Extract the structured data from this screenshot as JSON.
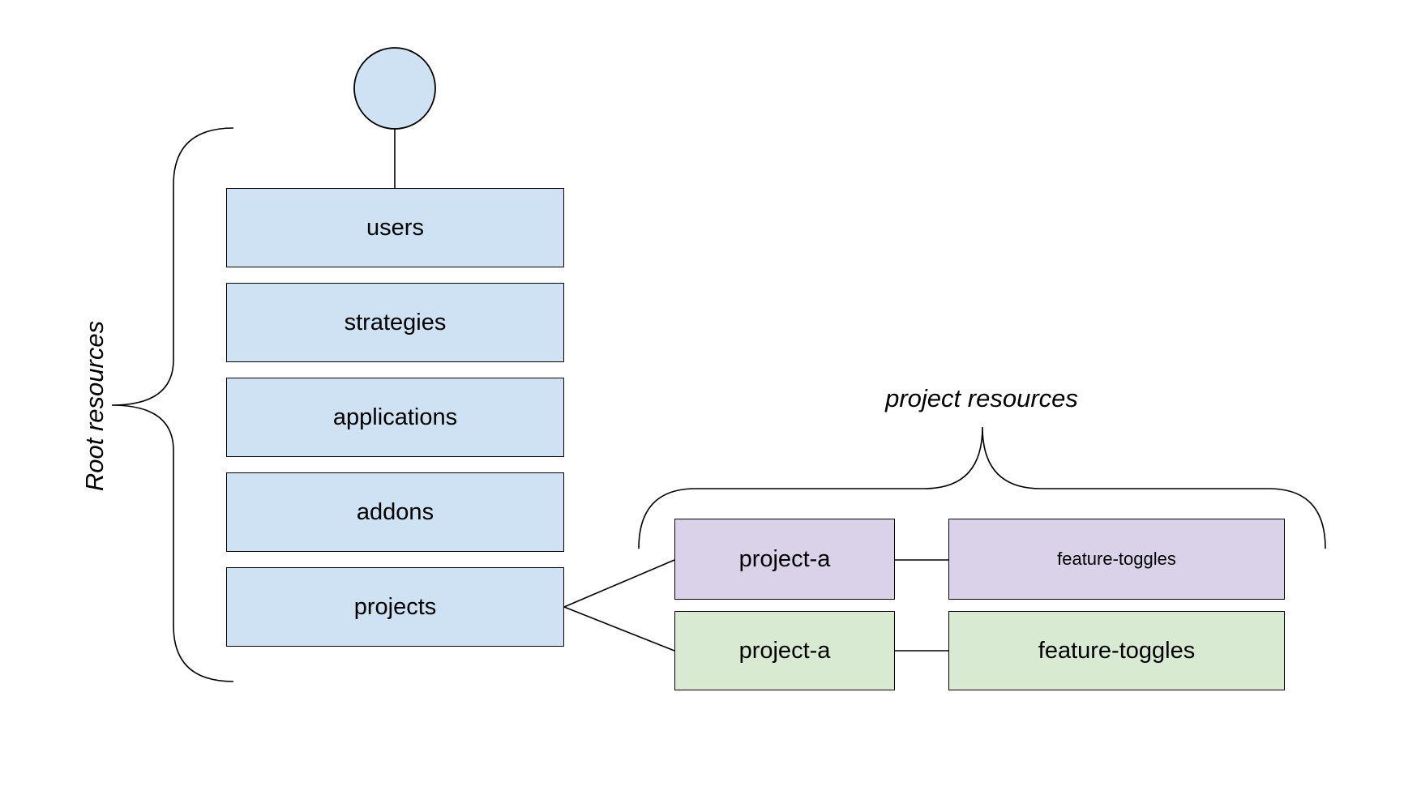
{
  "diagram": {
    "root_group_label": "Root resources",
    "project_group_label": "project resources",
    "root_resources": [
      "users",
      "strategies",
      "applications",
      "addons",
      "projects"
    ],
    "project_rows": [
      {
        "project": "project-a",
        "resource": "feature-toggles"
      },
      {
        "project": "project-a",
        "resource": "feature-toggles"
      }
    ],
    "colors": {
      "root_fill": "#cfe2f3",
      "project_row1_fill": "#d9d2e9",
      "project_row2_fill": "#d9ead3",
      "stroke": "#000000"
    }
  }
}
